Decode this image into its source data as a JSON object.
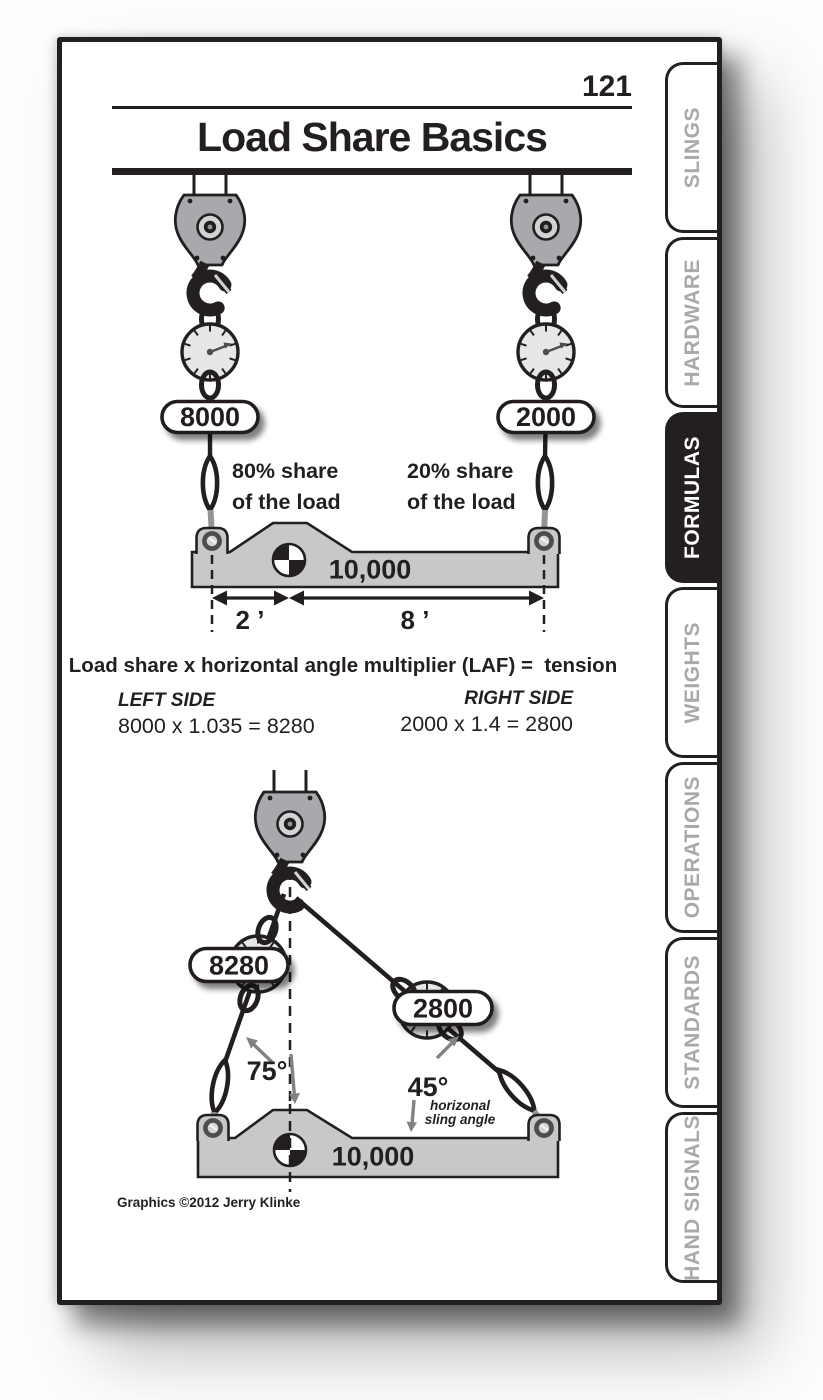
{
  "page": {
    "number": "121",
    "title": "Load Share Basics",
    "credit": "Graphics ©2012 Jerry Klinke"
  },
  "tabs": [
    {
      "label": "SLINGS",
      "active": false
    },
    {
      "label": "HARDWARE",
      "active": false
    },
    {
      "label": "FORMULAS",
      "active": true
    },
    {
      "label": "WEIGHTS",
      "active": false
    },
    {
      "label": "OPERATIONS",
      "active": false
    },
    {
      "label": "STANDARDS",
      "active": false
    },
    {
      "label": "HAND SIGNALS",
      "active": false
    }
  ],
  "top_diagram": {
    "left_scale_reading": "8000",
    "right_scale_reading": "2000",
    "left_share_line1": "80% share",
    "left_share_line2": "of the load",
    "right_share_line1": "20% share",
    "right_share_line2": "of the load",
    "load_weight": "10,000",
    "left_distance": "2 ’",
    "right_distance": "8 ’"
  },
  "formula": {
    "rule": "Load share x horizontal angle multiplier (LAF) =  tension",
    "left_heading": "LEFT SIDE",
    "left_equation": "8000 x 1.035 = 8280",
    "right_heading": "RIGHT SIDE",
    "right_equation": "2000 x 1.4 = 2800"
  },
  "bottom_diagram": {
    "left_tension": "8280",
    "right_tension": "2800",
    "left_angle": "75°",
    "right_angle": "45°",
    "angle_note_line1": "horizonal",
    "angle_note_line2": "sling angle",
    "load_weight": "10,000"
  },
  "colors": {
    "ink": "#231f20",
    "metal_gray": "#a7a9ac",
    "dial_face": "#e6e7e8",
    "beam_gray": "#c6c8ca",
    "arrow_gray": "#808285",
    "tab_text_gray": "#a7a9ac",
    "active_tab_bg": "#231f20"
  }
}
